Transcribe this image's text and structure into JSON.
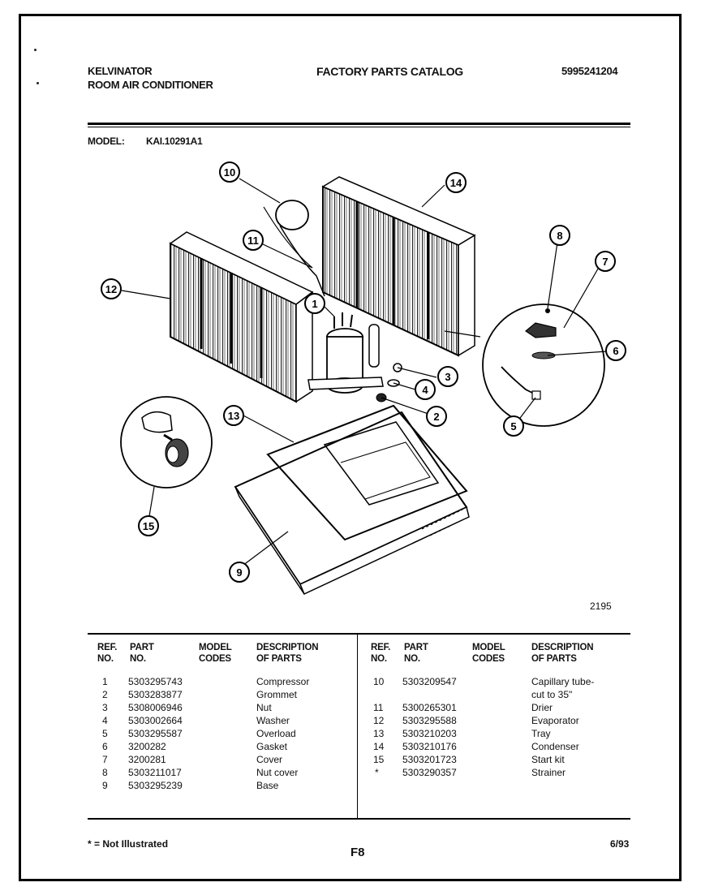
{
  "header": {
    "brand": "KELVINATOR",
    "product": "ROOM AIR CONDITIONER",
    "catalog_title": "FACTORY PARTS CATALOG",
    "catalog_number": "5995241204",
    "model_label": "MODEL:",
    "model_value": "KAI.10291A1"
  },
  "diagram": {
    "figure_number": "2195",
    "callouts": [
      "1",
      "2",
      "3",
      "4",
      "5",
      "6",
      "7",
      "8",
      "9",
      "10",
      "11",
      "12",
      "13",
      "14",
      "15"
    ]
  },
  "parts_table": {
    "headers": {
      "ref_1": "REF.",
      "ref_2": "NO.",
      "part_1": "PART",
      "part_2": "NO.",
      "model_1": "MODEL",
      "model_2": "CODES",
      "desc_1": "DESCRIPTION",
      "desc_2": "OF PARTS"
    },
    "left_rows": [
      {
        "ref": "1",
        "part": "5303295743",
        "codes": "",
        "desc": "Compressor"
      },
      {
        "ref": "2",
        "part": "5303283877",
        "codes": "",
        "desc": "Grommet"
      },
      {
        "ref": "3",
        "part": "5308006946",
        "codes": "",
        "desc": "Nut"
      },
      {
        "ref": "4",
        "part": "5303002664",
        "codes": "",
        "desc": "Washer"
      },
      {
        "ref": "5",
        "part": "5303295587",
        "codes": "",
        "desc": "Overload"
      },
      {
        "ref": "6",
        "part": "3200282",
        "codes": "",
        "desc": "Gasket"
      },
      {
        "ref": "7",
        "part": "3200281",
        "codes": "",
        "desc": "Cover"
      },
      {
        "ref": "8",
        "part": "5303211017",
        "codes": "",
        "desc": "Nut cover"
      },
      {
        "ref": "9",
        "part": "5303295239",
        "codes": "",
        "desc": "Base"
      }
    ],
    "right_rows": [
      {
        "ref": "10",
        "part": "5303209547",
        "codes": "",
        "desc": "Capillary tube-",
        "desc2": "cut to 35\""
      },
      {
        "ref": "11",
        "part": "5300265301",
        "codes": "",
        "desc": "Drier"
      },
      {
        "ref": "12",
        "part": "5303295588",
        "codes": "",
        "desc": "Evaporator"
      },
      {
        "ref": "13",
        "part": "5303210203",
        "codes": "",
        "desc": "Tray"
      },
      {
        "ref": "14",
        "part": "5303210176",
        "codes": "",
        "desc": "Condenser"
      },
      {
        "ref": "15",
        "part": "5303201723",
        "codes": "",
        "desc": "Start kit"
      },
      {
        "ref": "*",
        "part": "5303290357",
        "codes": "",
        "desc": "Strainer"
      }
    ]
  },
  "footer": {
    "note": "* = Not Illustrated",
    "page": "F8",
    "date": "6/93"
  }
}
